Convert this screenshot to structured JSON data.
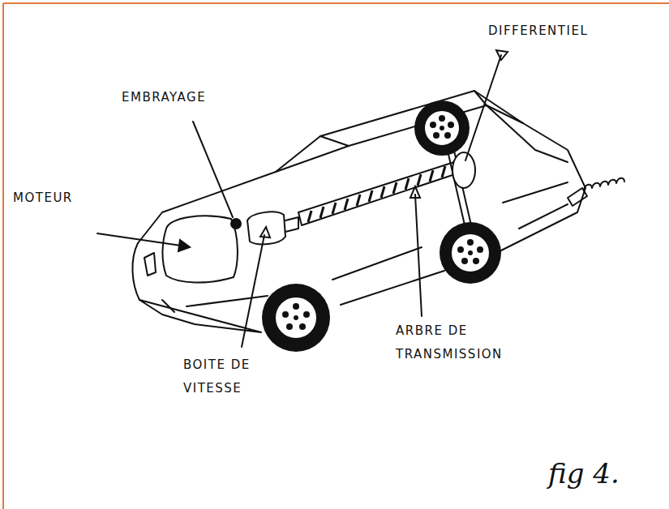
{
  "diagram": {
    "caption": "fig 4.",
    "labels": [
      "EMBRAYAGE",
      "DIFFERENTIEL",
      "MOTEUR",
      "BOITE DE VITESSE",
      "ARBRE DE TRANSMISSION"
    ]
  }
}
